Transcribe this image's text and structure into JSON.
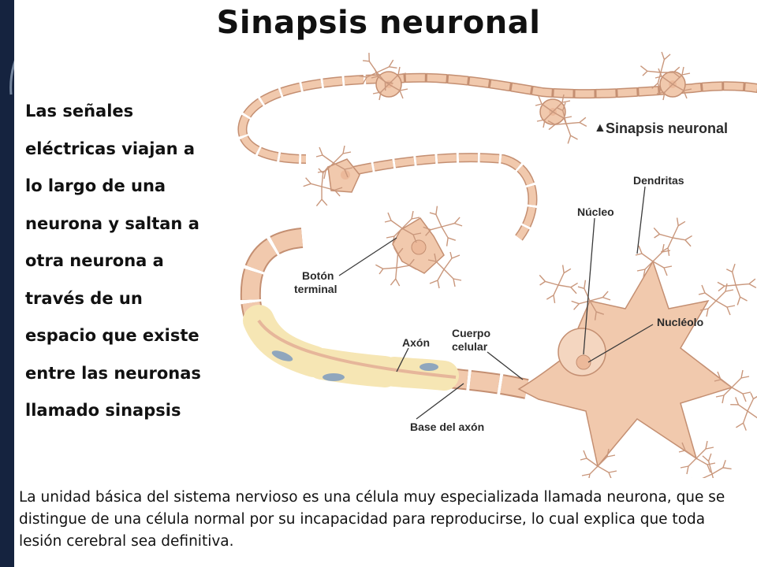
{
  "slide": {
    "title": "Sinapsis neuronal",
    "left_text": "Las señales\neléctricas viajan a\nlo largo de una\nneurona y saltan a\notra neurona a\ntravés de un\nespacio que existe\nentre las neuronas\nllamado sinapsis",
    "bottom_text": "La unidad básica del sistema nervioso es una célula muy especializada llamada neurona, que se distingue de una célula normal por su incapacidad para reproducirse, lo cual explica que toda lesión cerebral sea definitiva."
  },
  "diagram": {
    "caption": "Sinapsis neuronal",
    "labels": {
      "dendritas": "Dendritas",
      "nucleo": "Núcleo",
      "nucleolo": "Nucléolo",
      "boton": "Botón",
      "terminal": "terminal",
      "cuerpo": "Cuerpo",
      "celular": "celular",
      "axon": "Axón",
      "base_axon": "Base del axón"
    },
    "caption_marker": "▲"
  },
  "colors": {
    "neuron_fill": "#f1c9ad",
    "neuron_stroke": "#c48f72",
    "myelin_fill": "#f6e6b4",
    "nucleus_fill": "#ecb99a",
    "side_band": "#15233f"
  }
}
